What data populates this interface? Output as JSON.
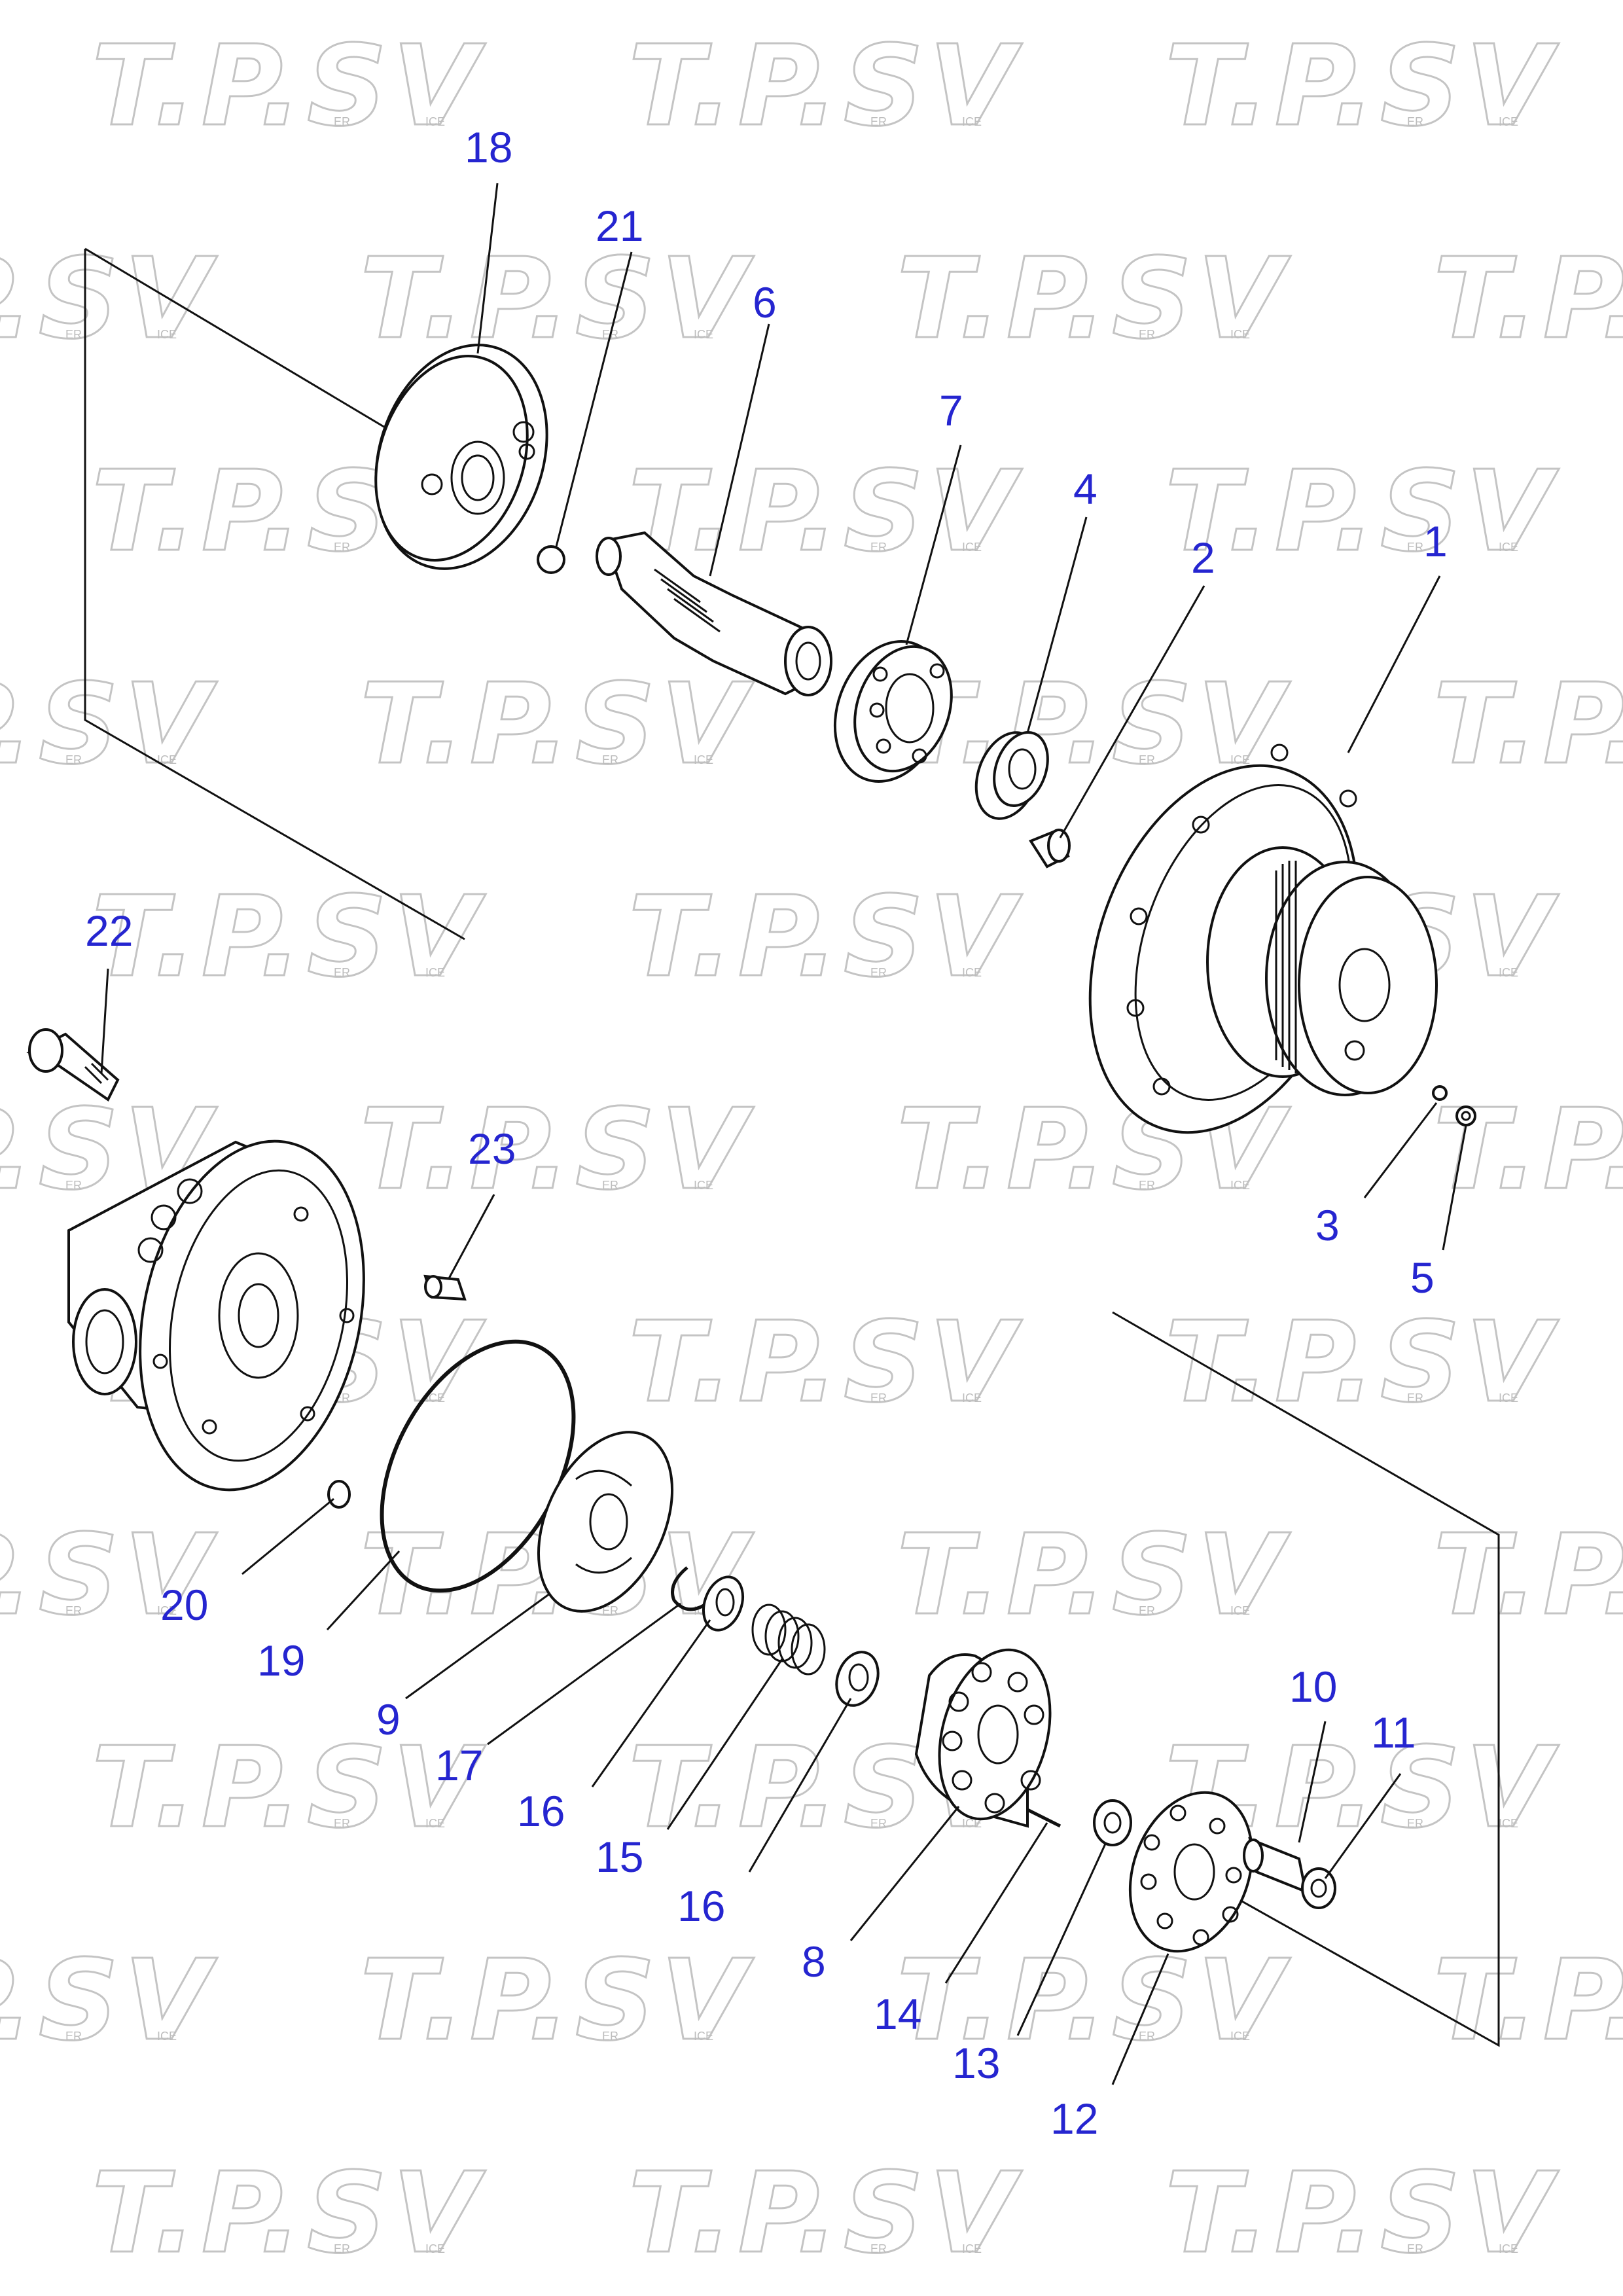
{
  "watermark": {
    "brand": "T.P.SV",
    "suffix_left": "ER",
    "suffix_right": "ICE"
  },
  "callouts": [
    {
      "id": "18",
      "label": "18"
    },
    {
      "id": "21",
      "label": "21"
    },
    {
      "id": "6",
      "label": "6"
    },
    {
      "id": "7",
      "label": "7"
    },
    {
      "id": "4",
      "label": "4"
    },
    {
      "id": "2",
      "label": "2"
    },
    {
      "id": "1",
      "label": "1"
    },
    {
      "id": "22",
      "label": "22"
    },
    {
      "id": "23",
      "label": "23"
    },
    {
      "id": "3",
      "label": "3"
    },
    {
      "id": "5",
      "label": "5"
    },
    {
      "id": "20",
      "label": "20"
    },
    {
      "id": "19",
      "label": "19"
    },
    {
      "id": "9",
      "label": "9"
    },
    {
      "id": "17",
      "label": "17"
    },
    {
      "id": "16a",
      "label": "16"
    },
    {
      "id": "15",
      "label": "15"
    },
    {
      "id": "16b",
      "label": "16"
    },
    {
      "id": "10",
      "label": "10"
    },
    {
      "id": "11",
      "label": "11"
    },
    {
      "id": "8",
      "label": "8"
    },
    {
      "id": "14",
      "label": "14"
    },
    {
      "id": "13",
      "label": "13"
    },
    {
      "id": "12",
      "label": "12"
    }
  ]
}
